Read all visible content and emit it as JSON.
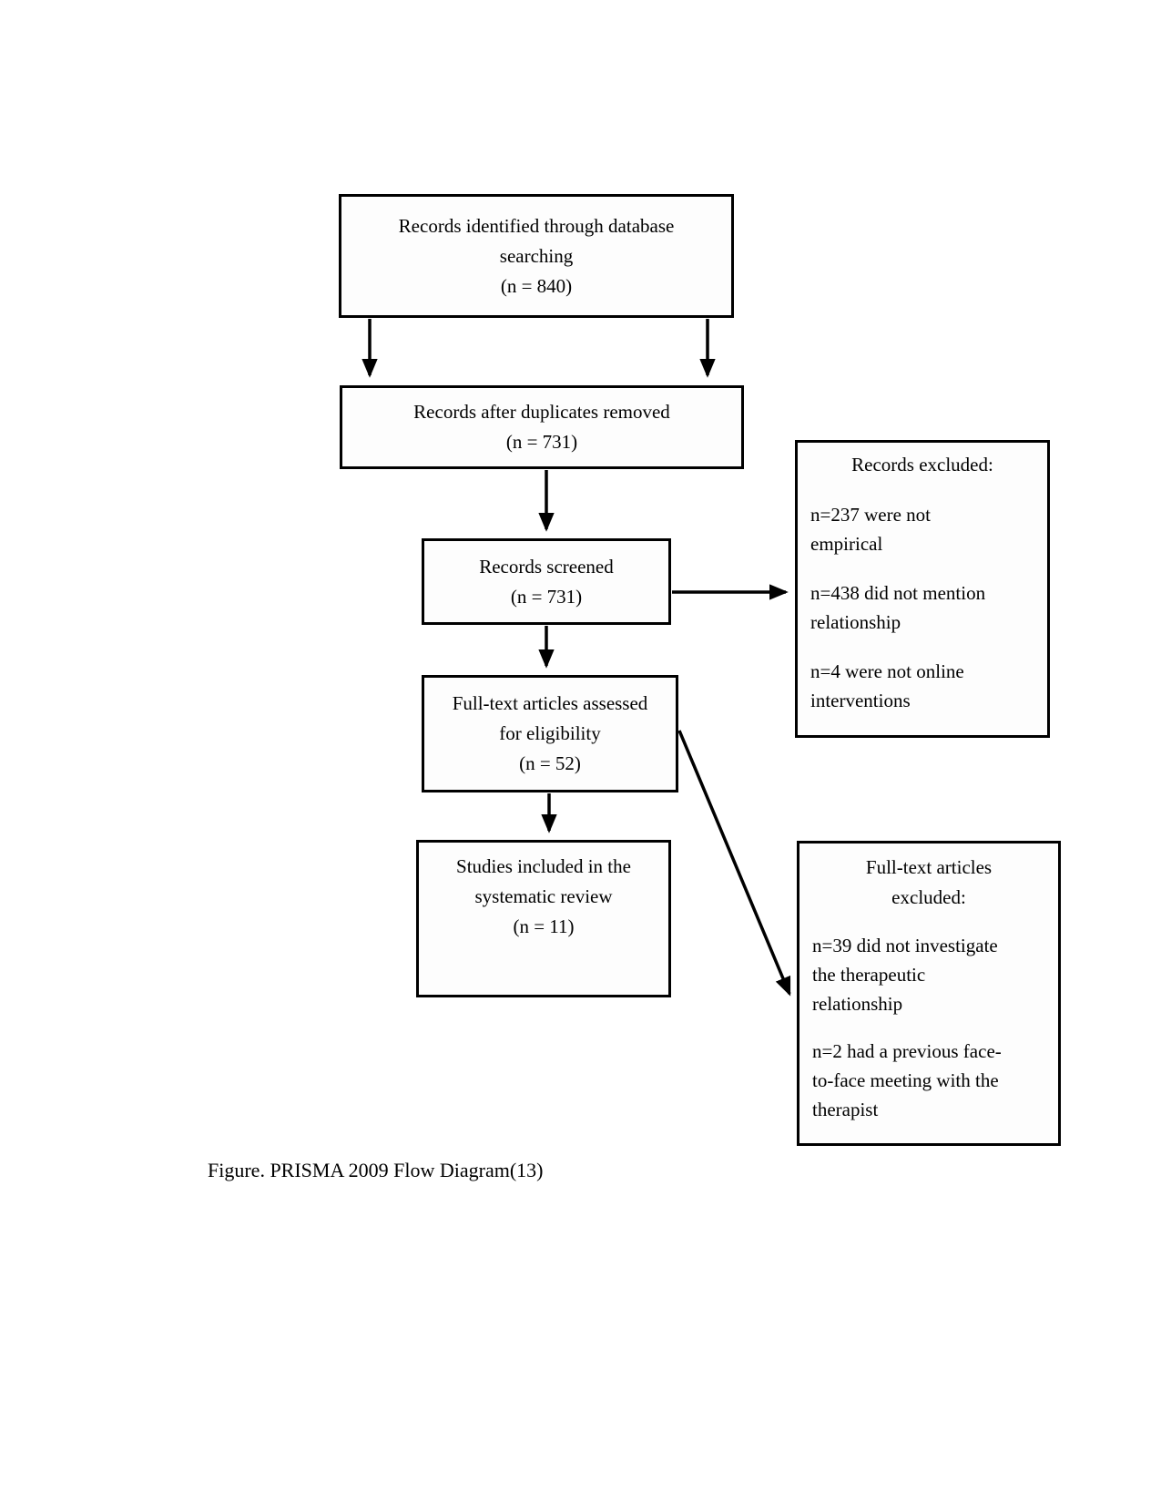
{
  "figure": {
    "caption": "Figure. PRISMA 2009 Flow Diagram(13)"
  },
  "flowchart": {
    "identified": {
      "title": "Records identified through database searching",
      "count": "(n = 840)"
    },
    "deduplicated": {
      "title": "Records after duplicates removed",
      "count": "(n = 731)"
    },
    "screened": {
      "title": "Records screened",
      "count": "(n = 731)"
    },
    "fulltext": {
      "title": "Full-text articles assessed for eligibility",
      "count": "(n = 52)"
    },
    "included": {
      "title": "Studies included in the systematic review",
      "count": "(n = 11)"
    },
    "records_excluded": {
      "heading": "Records excluded:",
      "items": [
        "n=237 were not empirical",
        "n=438 did not mention relationship",
        "n=4 were not online interventions"
      ]
    },
    "fulltext_excluded": {
      "heading": "Full-text articles excluded:",
      "items": [
        "n=39 did not investigate the therapeutic relationship",
        "n=2 had a previous face-to-face meeting with the therapist"
      ]
    }
  },
  "style": {
    "line_color": "#000000",
    "background": "#ffffff"
  }
}
